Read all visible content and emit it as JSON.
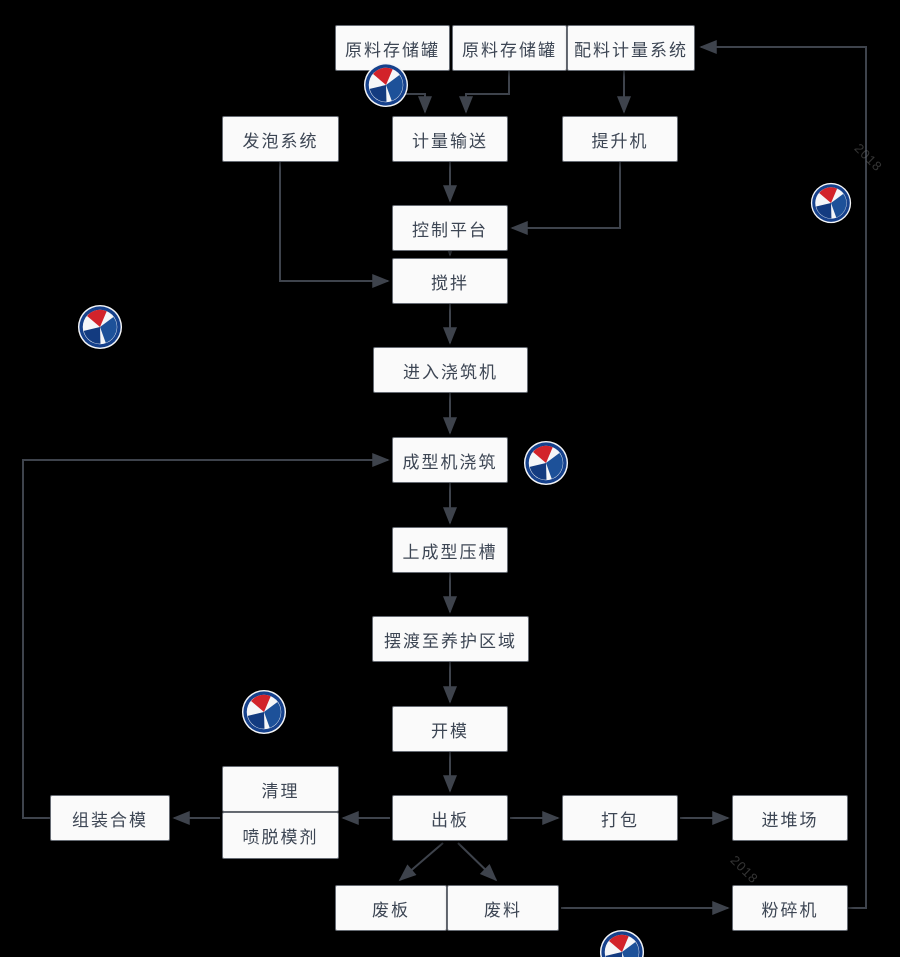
{
  "diagram": {
    "type": "flowchart",
    "background_color": "#000000",
    "node_fill": "#fafafa",
    "node_border_color": "#666b73",
    "node_text_color": "#3d4654",
    "edge_color": "#3e434c",
    "nodes": [
      {
        "id": "raw-material-tank-1",
        "label": "原料存储罐"
      },
      {
        "id": "raw-material-tank-2",
        "label": "原料存储罐"
      },
      {
        "id": "batching-metering-system",
        "label": "配料计量系统"
      },
      {
        "id": "foaming-system",
        "label": "发泡系统"
      },
      {
        "id": "metering-conveyor",
        "label": "计量输送"
      },
      {
        "id": "hoist",
        "label": "提升机"
      },
      {
        "id": "control-platform",
        "label": "控制平台"
      },
      {
        "id": "mixing",
        "label": "搅拌"
      },
      {
        "id": "enter-pouring-machine",
        "label": "进入浇筑机"
      },
      {
        "id": "forming-machine-pouring",
        "label": "成型机浇筑"
      },
      {
        "id": "upper-forming-press-groove",
        "label": "上成型压槽"
      },
      {
        "id": "ferry-to-curing-area",
        "label": "摆渡至养护区域"
      },
      {
        "id": "mold-opening",
        "label": "开模"
      },
      {
        "id": "cleaning",
        "label": "清理"
      },
      {
        "id": "spray-release-agent",
        "label": "喷脱模剂"
      },
      {
        "id": "assemble-close-mold",
        "label": "组装合模"
      },
      {
        "id": "board-output",
        "label": "出板"
      },
      {
        "id": "packing",
        "label": "打包"
      },
      {
        "id": "stacking-yard",
        "label": "进堆场"
      },
      {
        "id": "waste-board",
        "label": "废板"
      },
      {
        "id": "waste-material",
        "label": "废料"
      },
      {
        "id": "crusher",
        "label": "粉碎机"
      }
    ],
    "edges": [
      {
        "from": "raw-material-tank-1",
        "to": "metering-conveyor"
      },
      {
        "from": "raw-material-tank-2",
        "to": "metering-conveyor"
      },
      {
        "from": "batching-metering-system",
        "to": "hoist"
      },
      {
        "from": "hoist",
        "to": "control-platform"
      },
      {
        "from": "foaming-system",
        "to": "mixing"
      },
      {
        "from": "metering-conveyor",
        "to": "control-platform"
      },
      {
        "from": "control-platform",
        "to": "mixing"
      },
      {
        "from": "mixing",
        "to": "enter-pouring-machine"
      },
      {
        "from": "enter-pouring-machine",
        "to": "forming-machine-pouring"
      },
      {
        "from": "forming-machine-pouring",
        "to": "upper-forming-press-groove"
      },
      {
        "from": "upper-forming-press-groove",
        "to": "ferry-to-curing-area"
      },
      {
        "from": "ferry-to-curing-area",
        "to": "mold-opening"
      },
      {
        "from": "mold-opening",
        "to": "board-output"
      },
      {
        "from": "board-output",
        "to": "spray-release-agent"
      },
      {
        "from": "spray-release-agent",
        "to": "assemble-close-mold"
      },
      {
        "from": "assemble-close-mold",
        "to": "forming-machine-pouring"
      },
      {
        "from": "board-output",
        "to": "packing"
      },
      {
        "from": "packing",
        "to": "stacking-yard"
      },
      {
        "from": "board-output",
        "to": "waste-board"
      },
      {
        "from": "board-output",
        "to": "waste-material"
      },
      {
        "from": "waste-material",
        "to": "crusher"
      },
      {
        "from": "crusher",
        "to": "batching-metering-system"
      }
    ]
  },
  "logo": {
    "name": "brand-sphere-logo",
    "ring_color": "#16418c",
    "red_segment_color": "#d2232a",
    "blue_segment_color": "#1d5199",
    "dark_blue_segment_color": "#133b80"
  },
  "watermark": {
    "text": "2018"
  }
}
